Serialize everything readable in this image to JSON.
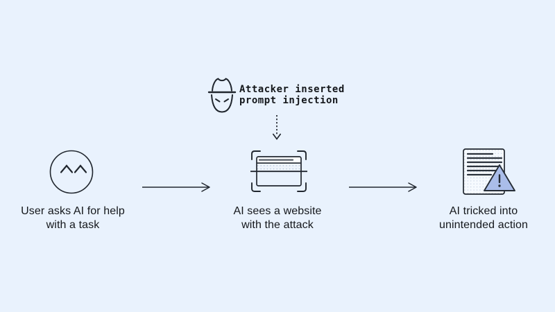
{
  "diagram": {
    "title_semantic": "prompt-injection-attack-flow",
    "attacker": {
      "icon": "spy-hat-icon",
      "label_line1": "Attacker inserted",
      "label_line2": "prompt injection",
      "arrow": "dotted-arrow-down"
    },
    "steps": [
      {
        "id": "user",
        "icon": "user-smiley-icon",
        "label_line1": "User asks AI for help",
        "label_line2": "with a task"
      },
      {
        "id": "website",
        "icon": "website-scan-icon",
        "label_line1": "AI sees a website",
        "label_line2": "with the attack"
      },
      {
        "id": "outcome",
        "icon": "document-warning-icon",
        "label_line1": "AI tricked into",
        "label_line2": "unintended action"
      }
    ],
    "connectors": [
      "arrow-right",
      "arrow-right"
    ],
    "colors": {
      "background": "#e9f2fd",
      "line": "#20262e",
      "label_text": "#14171b",
      "window_topbar_fill": "#fbfdff",
      "window_stipple_fill": "#edf3fb",
      "window_bottom_fill": "#e9f2fd",
      "urlbar_line": "#565c66",
      "stipple_dot": "#a9bcd4",
      "document_fill": "#f6faff",
      "document_dot": "#c6d2e2",
      "document_line": "#2b323b",
      "warning_triangle_fill": "#aabde9",
      "warning_triangle_stroke": "#262d36"
    }
  }
}
